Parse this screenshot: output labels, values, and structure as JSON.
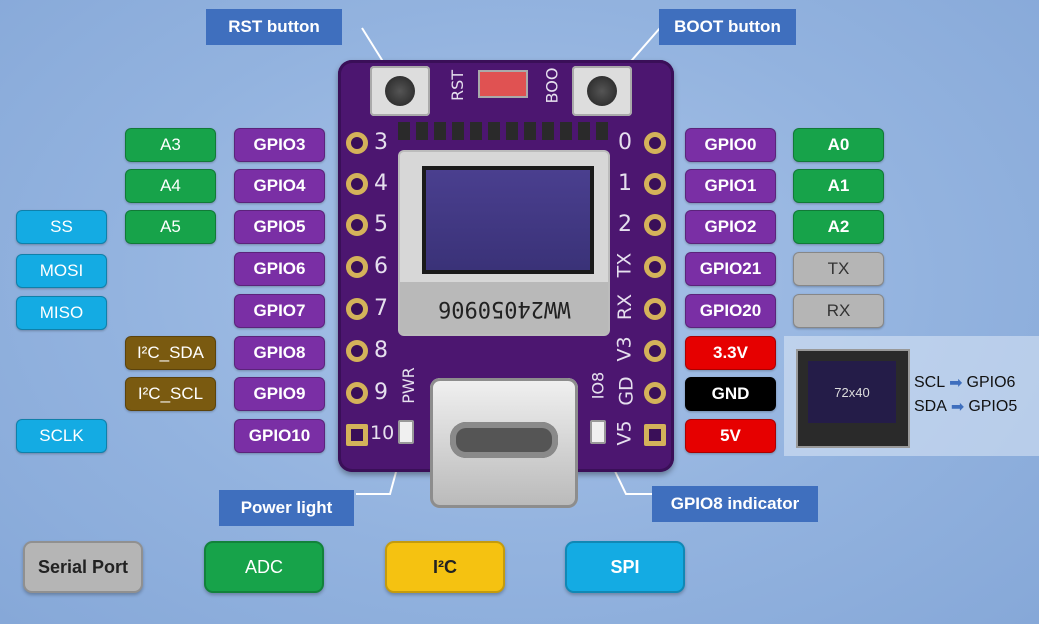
{
  "callouts": {
    "rst": "RST button",
    "boot": "BOOT button",
    "power": "Power light",
    "gpio8": "GPIO8 indicator"
  },
  "left_gpio": [
    "GPIO3",
    "GPIO4",
    "GPIO5",
    "GPIO6",
    "GPIO7",
    "GPIO8",
    "GPIO9",
    "GPIO10"
  ],
  "left_analog": [
    "A3",
    "A4",
    "A5"
  ],
  "left_spi": [
    "SS",
    "MOSI",
    "MISO",
    "SCLK"
  ],
  "left_i2c": [
    "I²C_SDA",
    "I²C_SCL"
  ],
  "right_gpio": [
    "GPIO0",
    "GPIO1",
    "GPIO2",
    "GPIO21",
    "GPIO20"
  ],
  "right_analog": [
    "A0",
    "A1",
    "A2"
  ],
  "right_serial": [
    "TX",
    "RX"
  ],
  "power_pins": [
    "3.3V",
    "GND",
    "5V"
  ],
  "board_silk": {
    "left_numbers": [
      "3",
      "4",
      "5",
      "6",
      "7",
      "8",
      "9",
      "10"
    ],
    "right_numbers": [
      "0",
      "1",
      "2"
    ],
    "right_labels": [
      "TX",
      "RX",
      "V3",
      "GD",
      "V5"
    ],
    "rst": "RST",
    "boo": "BOO",
    "pwr": "PWR",
    "io8": "IO8",
    "flex_code": "WW24050906"
  },
  "oled": {
    "resolution": "72x40",
    "scl": "SCL",
    "scl_pin": "GPIO6",
    "sda": "SDA",
    "sda_pin": "GPIO5"
  },
  "legend": {
    "serial": "Serial Port",
    "adc": "ADC",
    "i2c": "I²C",
    "spi": "SPI"
  },
  "colors": {
    "gpio": "#7a2fa5",
    "adc": "#17a34a",
    "spi": "#14abe3",
    "i2c": "#7a5a10",
    "serial": "#b5b5b5",
    "power": "#e60000",
    "ground": "#000000",
    "callout": "#3f6fbe",
    "board": "#4c1670"
  }
}
